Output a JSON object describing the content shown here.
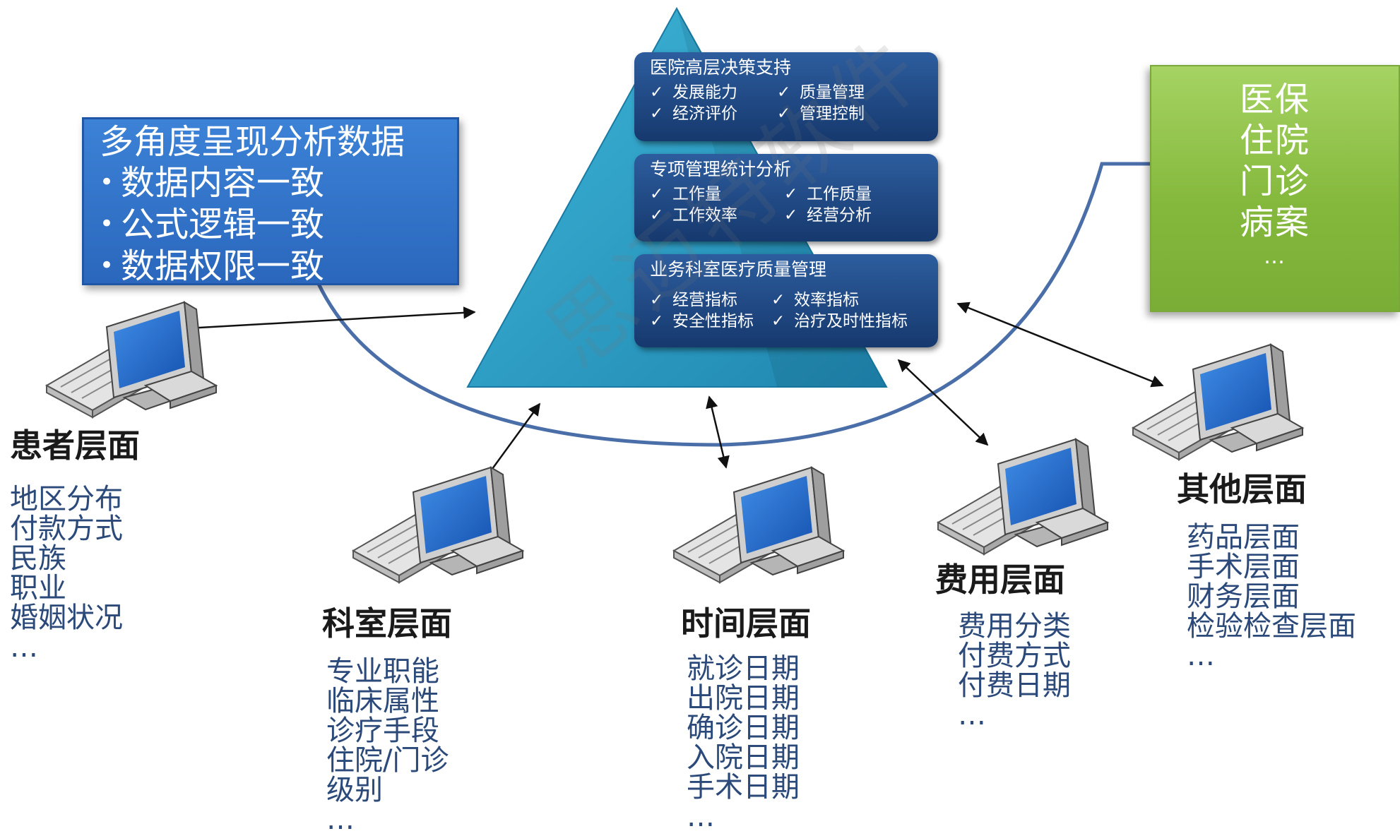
{
  "watermark": "思迈特软件",
  "callout": {
    "title": "多角度呈现分析数据",
    "bullets": [
      "数据内容一致",
      "公式逻辑一致",
      "数据权限一致"
    ]
  },
  "green_box": {
    "items": [
      "医保",
      "住院",
      "门诊",
      "病案",
      "…"
    ]
  },
  "pyramid": {
    "panels": [
      {
        "title": "医院高层决策支持",
        "rows": [
          [
            "发展能力",
            "质量管理"
          ],
          [
            "经济评价",
            "管理控制"
          ]
        ]
      },
      {
        "title": "专项管理统计分析",
        "rows": [
          [
            "工作量",
            "工作质量"
          ],
          [
            "工作效率",
            "经营分析"
          ]
        ]
      },
      {
        "title": "业务科室医疗质量管理",
        "rows": [
          [
            "经营指标",
            "效率指标"
          ],
          [
            "安全性指标",
            "治疗及时性指标"
          ]
        ]
      }
    ]
  },
  "layers": [
    {
      "heading": "患者层面",
      "items": [
        "地区分布",
        "付款方式",
        "民族",
        "职业",
        "婚姻状况",
        "…"
      ]
    },
    {
      "heading": "科室层面",
      "items": [
        "专业职能",
        "临床属性",
        "诊疗手段",
        "住院/门诊",
        "级别",
        "…"
      ]
    },
    {
      "heading": "时间层面",
      "items": [
        "就诊日期",
        "出院日期",
        "确诊日期",
        "入院日期",
        "手术日期",
        "…"
      ]
    },
    {
      "heading": "费用层面",
      "items": [
        "费用分类",
        "付费方式",
        "付费日期",
        "…"
      ]
    },
    {
      "heading": "其他层面",
      "items": [
        "药品层面",
        "手术层面",
        "财务层面",
        "检验检查层面",
        "…"
      ]
    }
  ],
  "colors": {
    "pyramid": "#2a9cc4",
    "panel": "#1e4580",
    "callout": "#2e6fc4",
    "green": "#8cc04a",
    "arc": "#4a6ea8"
  },
  "icons": [
    "computer-icon"
  ]
}
